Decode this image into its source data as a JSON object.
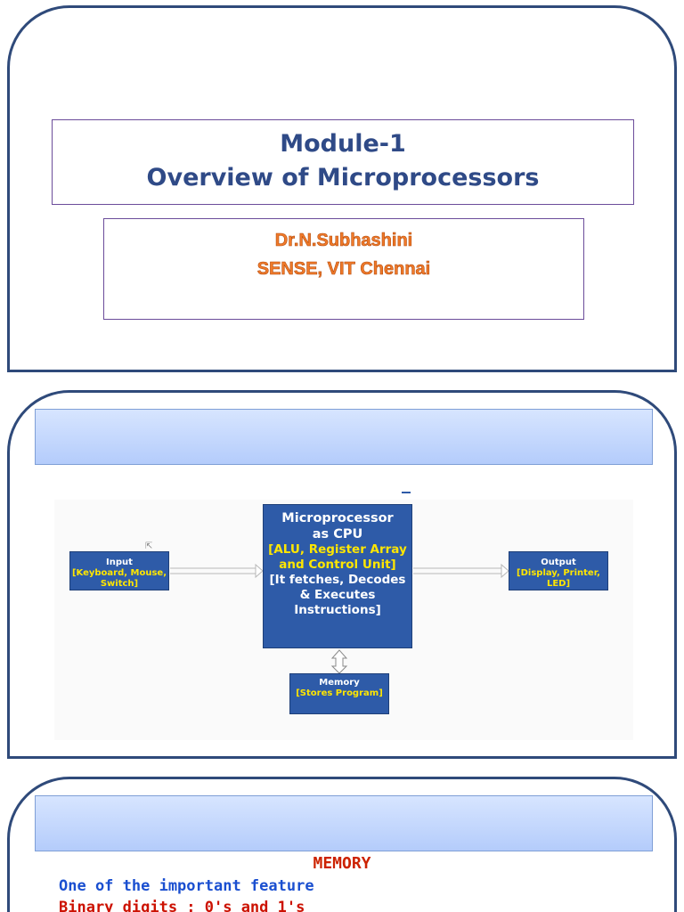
{
  "slide1": {
    "title_line1": "Module-1",
    "title_line2": "Overview of Microprocessors",
    "author_line1": "Dr.N.Subhashini",
    "author_line2": "SENSE, VIT Chennai"
  },
  "slide2": {
    "diagram": {
      "input": {
        "title": "Input",
        "detail": "[Keyboard, Mouse, Switch]"
      },
      "cpu": {
        "title_line1": "Microprocessor",
        "title_line2": "as CPU",
        "units": "[ALU, Register Array and Control Unit]",
        "function": "[It fetches, Decodes & Executes Instructions]"
      },
      "output": {
        "title": "Output",
        "detail": "[Display, Printer, LED]"
      },
      "memory": {
        "title": "Memory",
        "detail": "[Stores Program]"
      }
    }
  },
  "slide3": {
    "heading": "MEMORY",
    "line1": "One of the important feature",
    "line2": "Binary digits : 0's and 1's"
  },
  "colors": {
    "title": "#2f4a87",
    "author": "#f07a2a",
    "block": "#2e5ba8",
    "block_highlight": "#ffe600",
    "slide_border": "#2f4a7a",
    "header_band": "#b4ccfb"
  }
}
